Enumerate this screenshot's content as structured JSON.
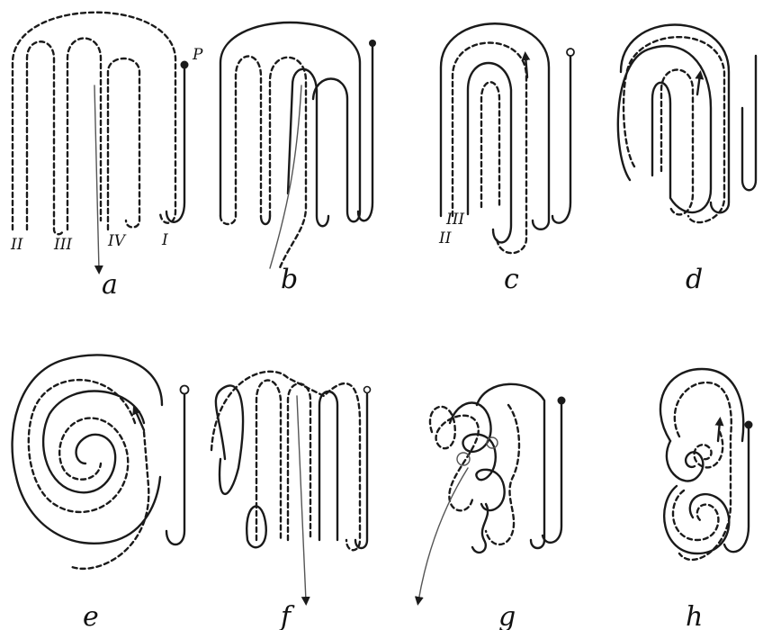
{
  "panels": {
    "a": {
      "caption": "a",
      "point_label": "P",
      "loops": [
        "II",
        "III",
        "IV",
        "I"
      ]
    },
    "b": {
      "caption": "b"
    },
    "c": {
      "caption": "c",
      "loops": [
        "III",
        "II"
      ]
    },
    "d": {
      "caption": "d"
    },
    "e": {
      "caption": "e"
    },
    "f": {
      "caption": "f"
    },
    "g": {
      "caption": "g"
    },
    "h": {
      "caption": "h"
    }
  },
  "colors": {
    "ink": "#1a1a1a",
    "background": "#ffffff"
  }
}
